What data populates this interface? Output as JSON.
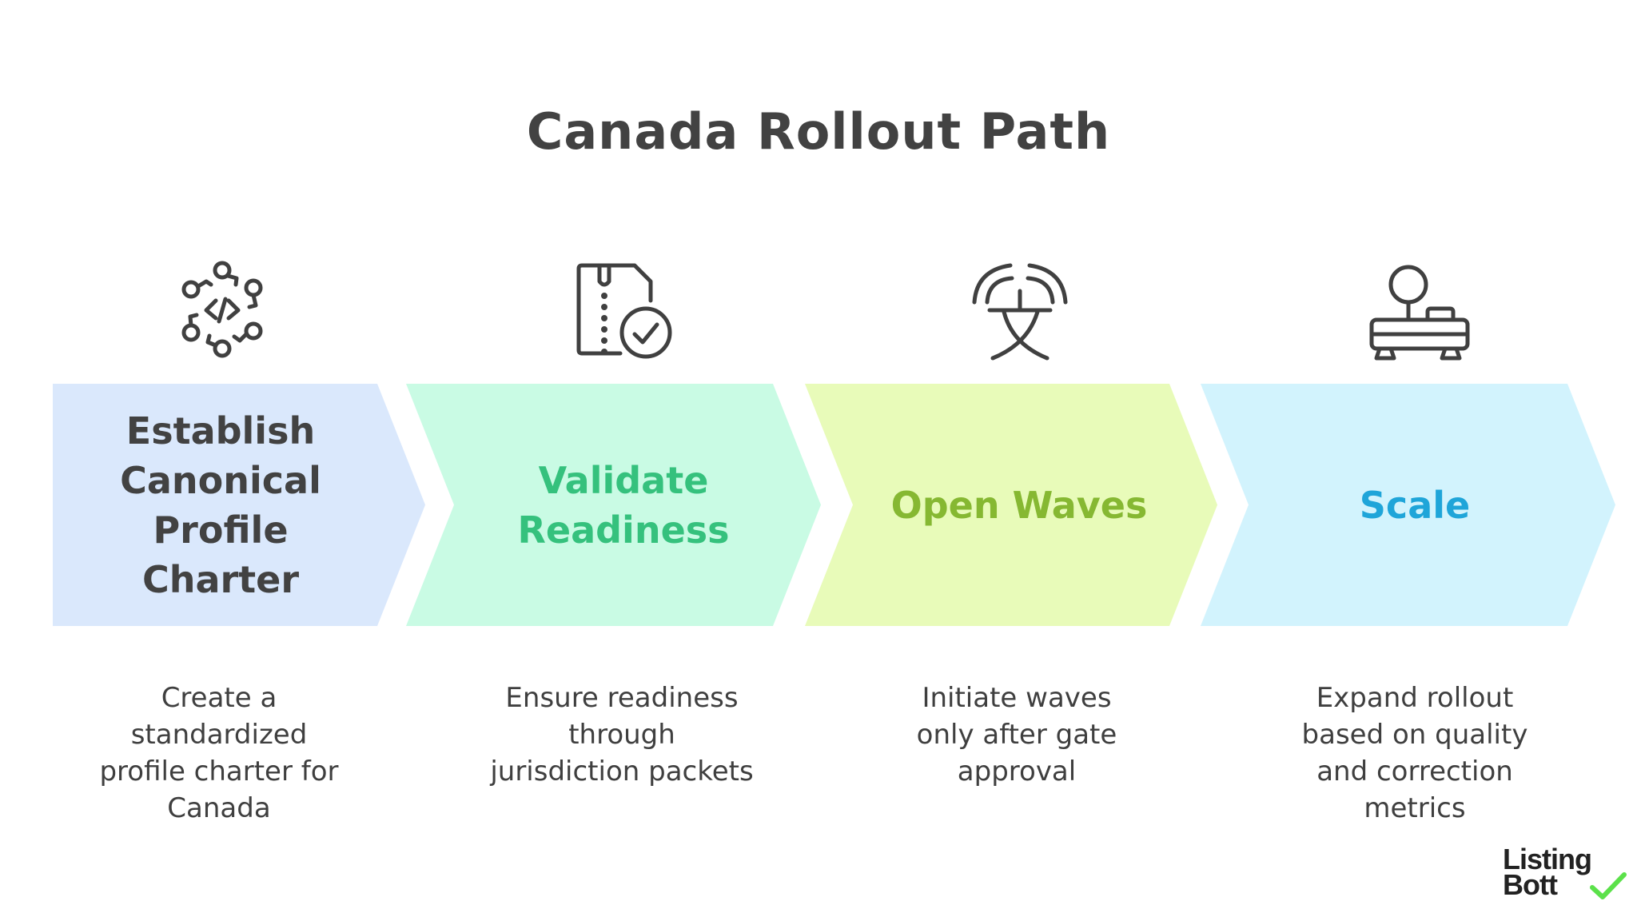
{
  "title": "Canada Rollout Path",
  "steps": [
    {
      "heading": "Establish\nCanonical\nProfile\nCharter",
      "description": "Create a\nstandardized\nprofile charter for\nCanada",
      "icon": "code-network-icon",
      "fill": "#dae8fc",
      "text_color": "#424242"
    },
    {
      "heading": "Validate\nReadiness",
      "description": "Ensure readiness\nthrough\njurisdiction packets",
      "icon": "zip-file-check-icon",
      "fill": "#c9fbe4",
      "text_color": "#35c17d"
    },
    {
      "heading": "Open Waves",
      "description": "Initiate waves\nonly after gate\napproval",
      "icon": "broadcast-antenna-icon",
      "fill": "#e8fbb9",
      "text_color": "#86b832"
    },
    {
      "heading": "Scale",
      "description": "Expand rollout\nbased on quality\nand correction\nmetrics",
      "icon": "weighing-scale-icon",
      "fill": "#d2f3fd",
      "text_color": "#1fa5d9"
    }
  ],
  "logo": {
    "line1": "Listing",
    "line2": "Bott",
    "check_color": "#5be14a"
  }
}
